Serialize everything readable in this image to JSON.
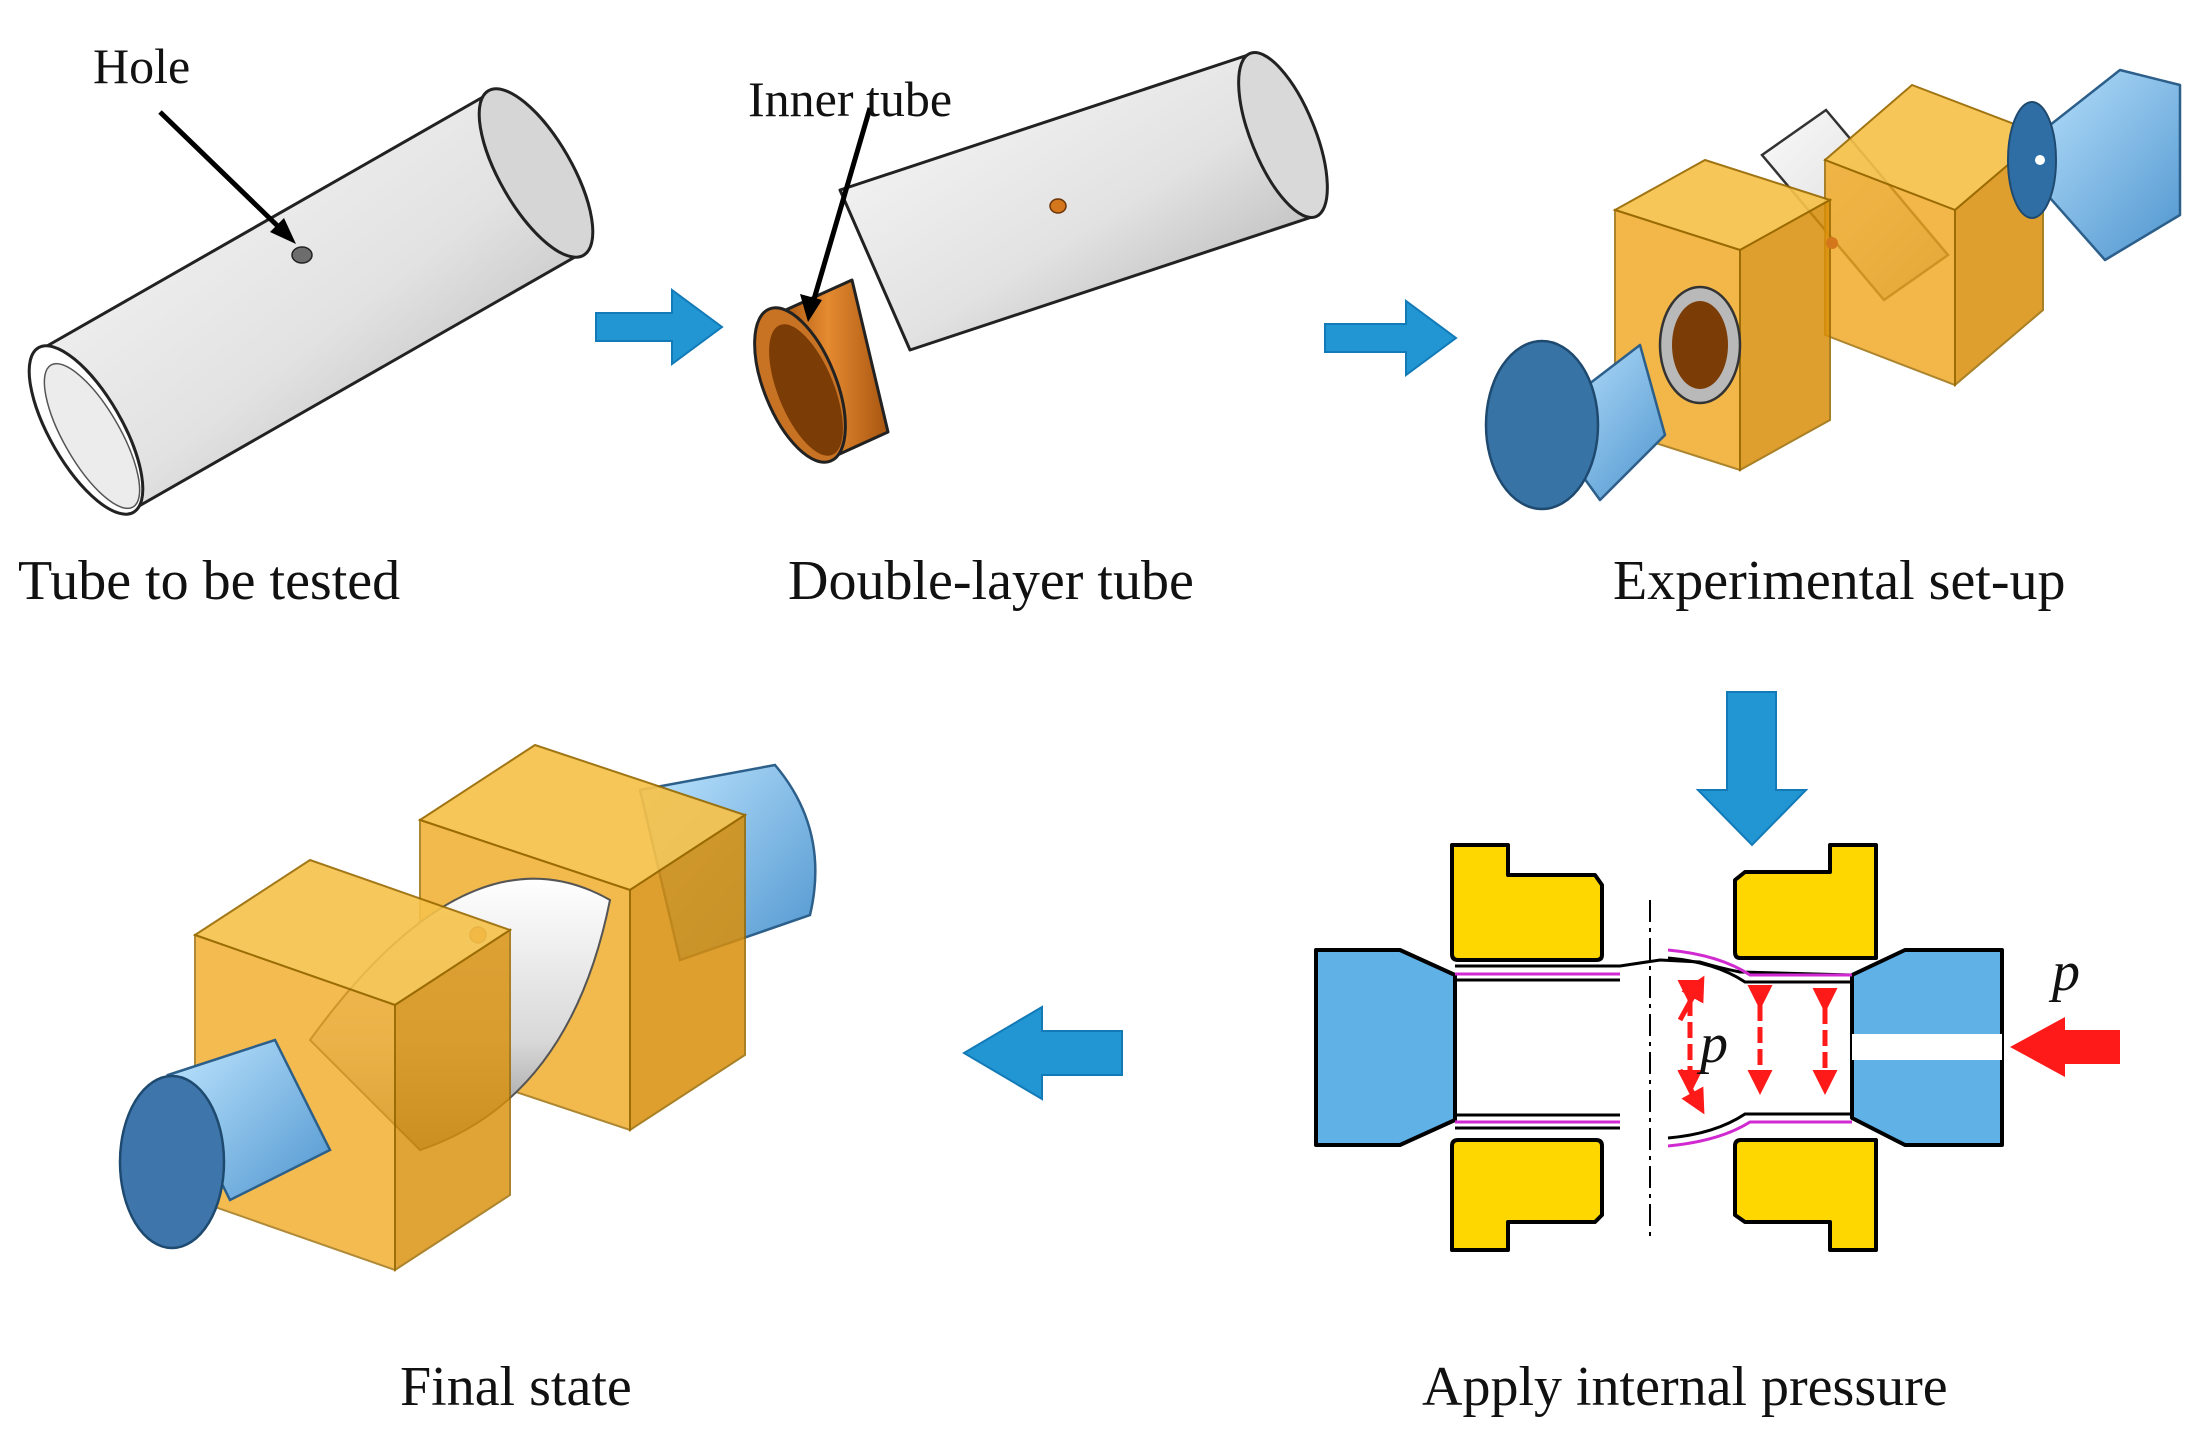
{
  "captions": {
    "tube": "Tube to be tested",
    "double_layer": "Double-layer tube",
    "setup": "Experimental set-up",
    "pressure": "Apply internal pressure",
    "final": "Final state"
  },
  "callouts": {
    "hole": "Hole",
    "inner_tube": "Inner tube"
  },
  "pressure_symbols": {
    "internal": "p",
    "axial": "p"
  },
  "colors": {
    "flow_arrow": "#2196d3",
    "tube_body": "#e4e4e4",
    "inner_tube": "#d4761c",
    "die_block": "#f0a820",
    "punch": "#5fb1e6",
    "die_section": "#ffd700",
    "pressure_arrow": "#ff1a1a"
  },
  "icons": {
    "flow_arrows": "block-arrow",
    "pressure_arrows": "red-double-arrow"
  }
}
